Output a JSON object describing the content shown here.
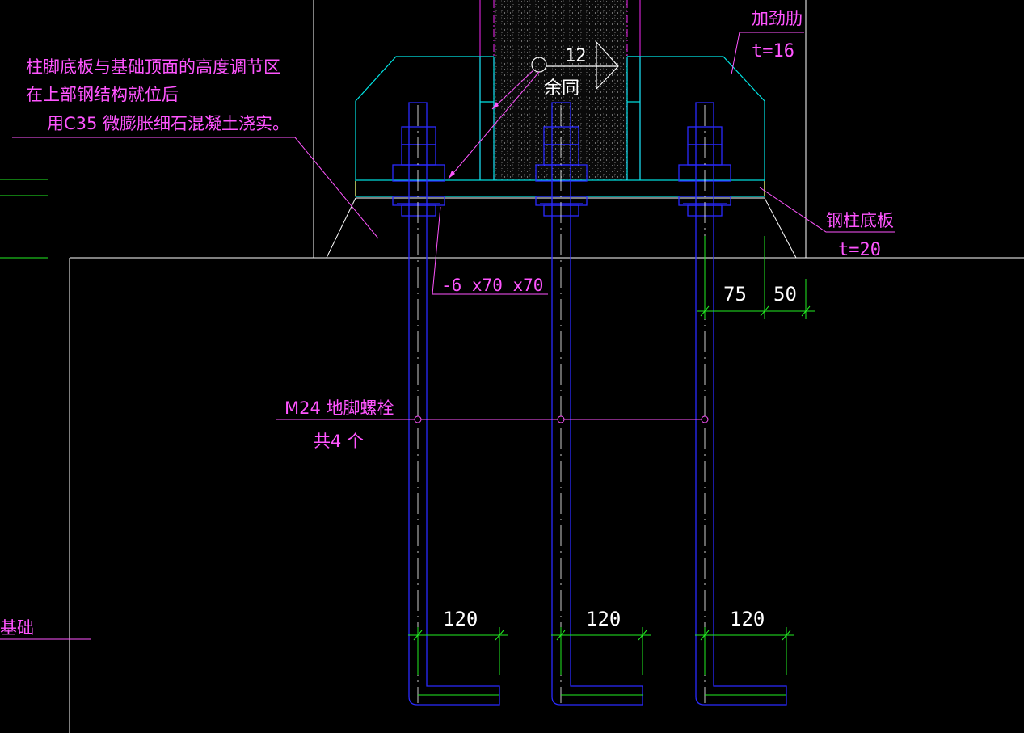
{
  "colors": {
    "background": "#000000",
    "annotation": "#ff55ff",
    "steel_plate": "#00e5e5",
    "bolt": "#2a2aff",
    "dimension": "#22ee22",
    "outline": "#ffffff",
    "column_edge": "#cc22cc",
    "fill_plate": "#d8d860"
  },
  "notes": {
    "grout_line1": "柱脚底板与基础顶面的高度调节区",
    "grout_line2": "在上部钢结构就位后",
    "grout_line3": "用C35 微膨胀细石混凝土浇实。",
    "stiffener_name": "加劲肋",
    "stiffener_thk": "t=16",
    "weld_size": "12",
    "weld_same": "余同",
    "base_plate_name": "钢柱底板",
    "base_plate_thk": "t=20",
    "washer_plate": "-6 x70 x70",
    "anchor_bolt": "M24 地脚螺栓",
    "anchor_count": "共4 个",
    "foundation": "基础"
  },
  "dims": {
    "edge_75": "75",
    "edge_50": "50",
    "hook_1": "120",
    "hook_2": "120",
    "hook_3": "120"
  }
}
